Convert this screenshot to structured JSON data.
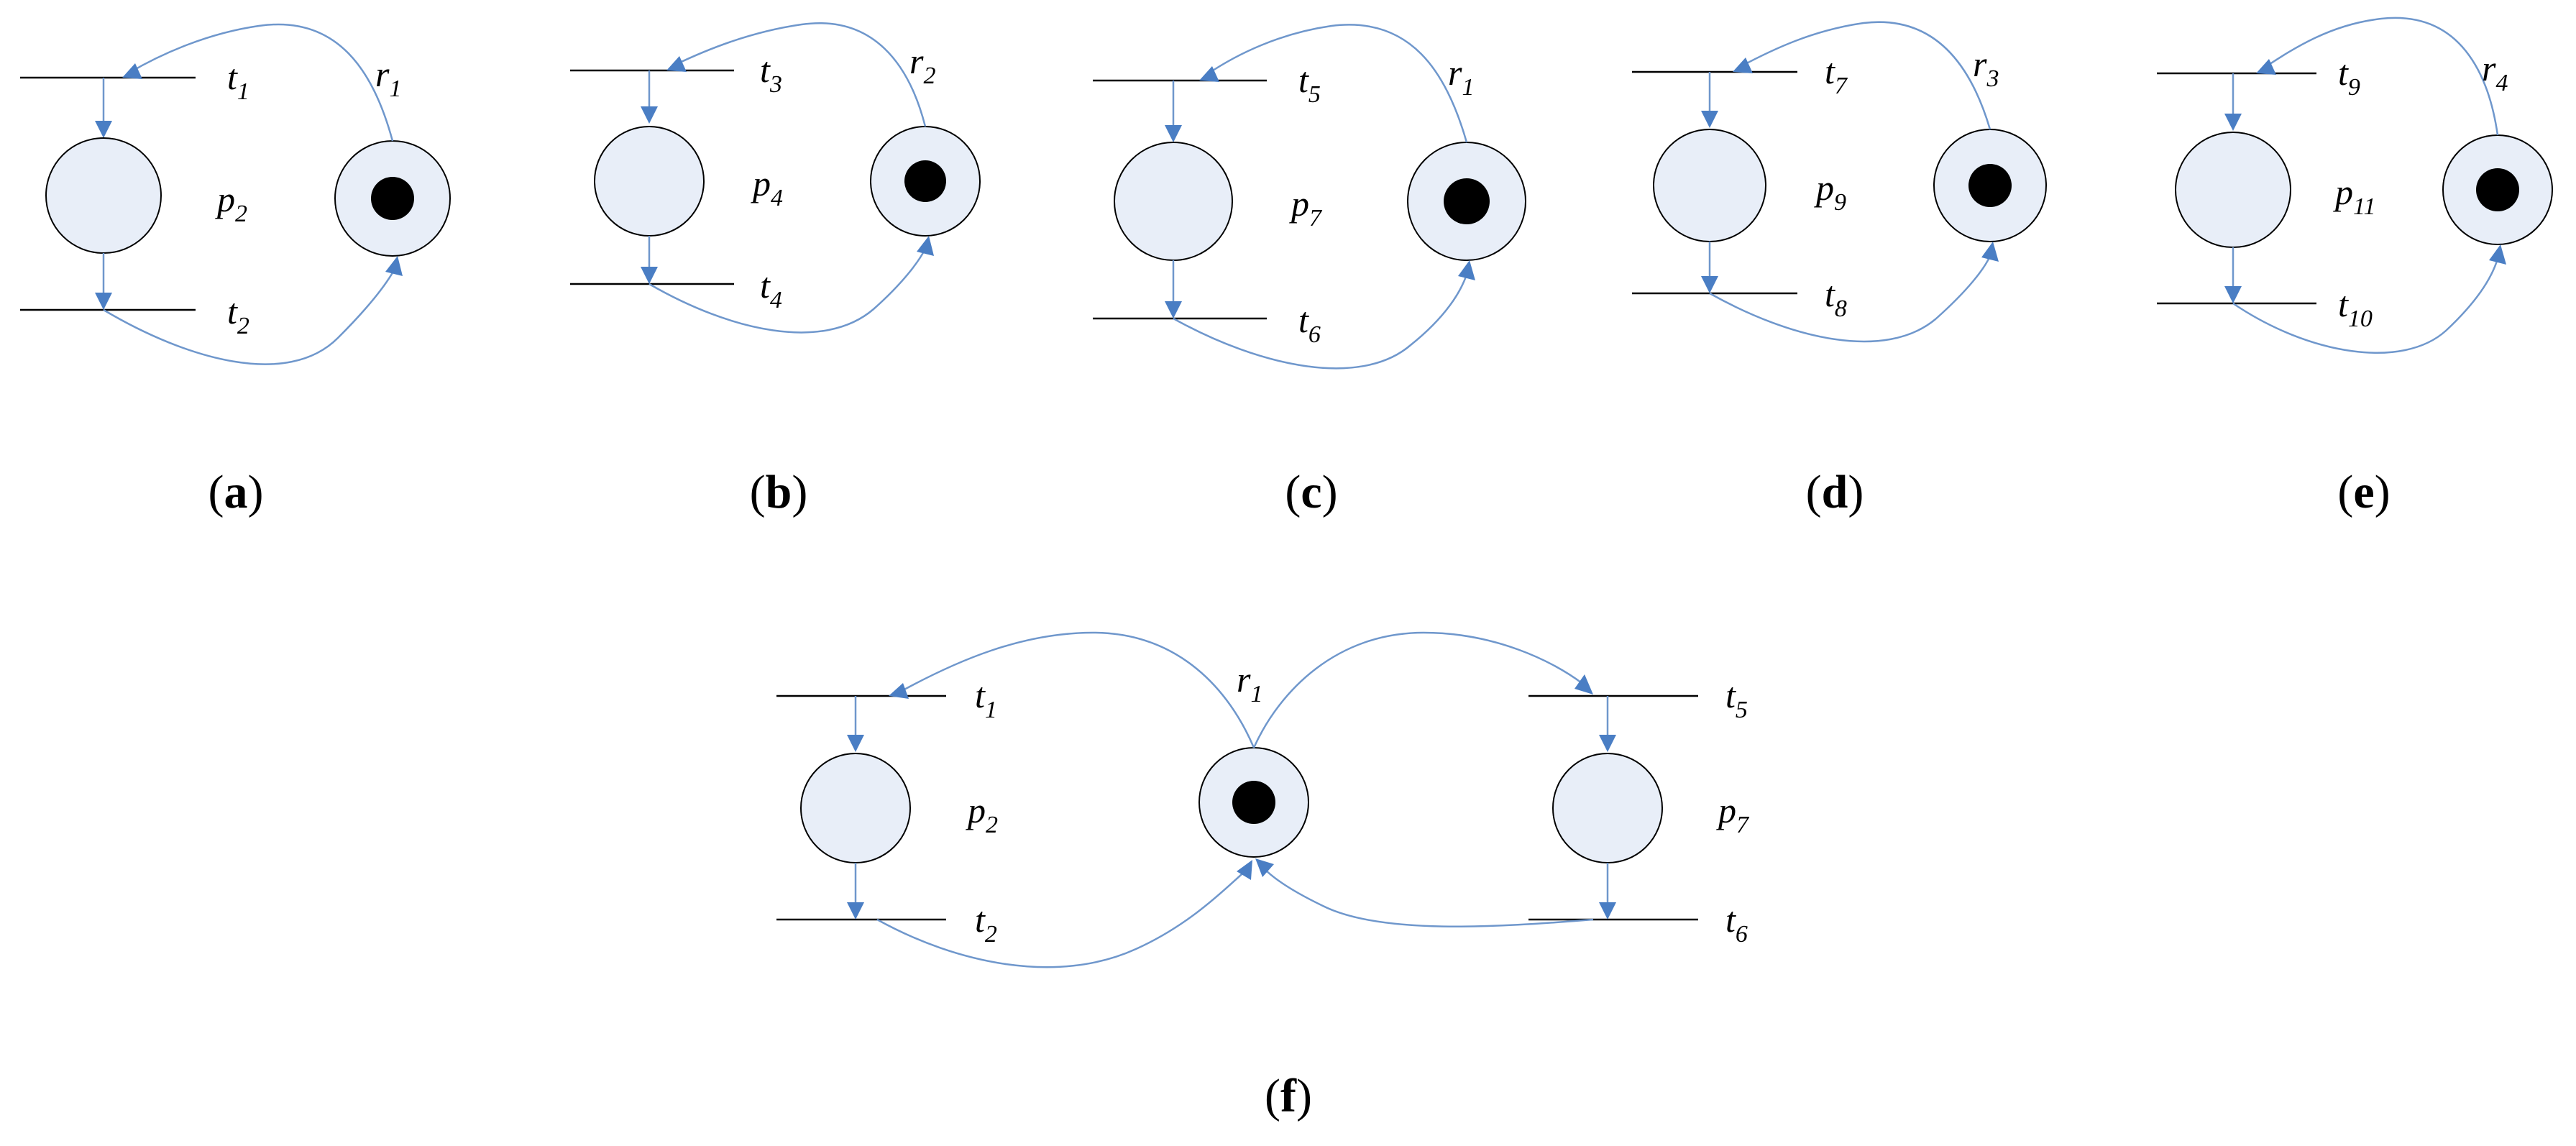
{
  "colors": {
    "place_fill": "#e8eef8",
    "arc": "#6f97cc",
    "arrowhead": "#4a7ec4",
    "token": "#000000"
  },
  "panels": [
    {
      "id": "a",
      "caption_letter": "a",
      "t_top": {
        "base": "t",
        "sub": "1"
      },
      "t_bot": {
        "base": "t",
        "sub": "2"
      },
      "place": {
        "base": "p",
        "sub": "2"
      },
      "resource": {
        "base": "r",
        "sub": "1",
        "tokens": 1
      }
    },
    {
      "id": "b",
      "caption_letter": "b",
      "t_top": {
        "base": "t",
        "sub": "3"
      },
      "t_bot": {
        "base": "t",
        "sub": "4"
      },
      "place": {
        "base": "p",
        "sub": "4"
      },
      "resource": {
        "base": "r",
        "sub": "2",
        "tokens": 1
      }
    },
    {
      "id": "c",
      "caption_letter": "c",
      "t_top": {
        "base": "t",
        "sub": "5"
      },
      "t_bot": {
        "base": "t",
        "sub": "6"
      },
      "place": {
        "base": "p",
        "sub": "7"
      },
      "resource": {
        "base": "r",
        "sub": "1",
        "tokens": 1
      }
    },
    {
      "id": "d",
      "caption_letter": "d",
      "t_top": {
        "base": "t",
        "sub": "7"
      },
      "t_bot": {
        "base": "t",
        "sub": "8"
      },
      "place": {
        "base": "p",
        "sub": "9"
      },
      "resource": {
        "base": "r",
        "sub": "3",
        "tokens": 1
      }
    },
    {
      "id": "e",
      "caption_letter": "e",
      "t_top": {
        "base": "t",
        "sub": "9"
      },
      "t_bot": {
        "base": "t",
        "sub": "10"
      },
      "place": {
        "base": "p",
        "sub": "11"
      },
      "resource": {
        "base": "r",
        "sub": "4",
        "tokens": 1
      }
    }
  ],
  "panel_f": {
    "caption_letter": "f",
    "left": {
      "t_top": {
        "base": "t",
        "sub": "1"
      },
      "t_bot": {
        "base": "t",
        "sub": "2"
      },
      "place": {
        "base": "p",
        "sub": "2"
      }
    },
    "right": {
      "t_top": {
        "base": "t",
        "sub": "5"
      },
      "t_bot": {
        "base": "t",
        "sub": "6"
      },
      "place": {
        "base": "p",
        "sub": "7"
      }
    },
    "resource": {
      "base": "r",
      "sub": "1",
      "tokens": 1
    }
  }
}
